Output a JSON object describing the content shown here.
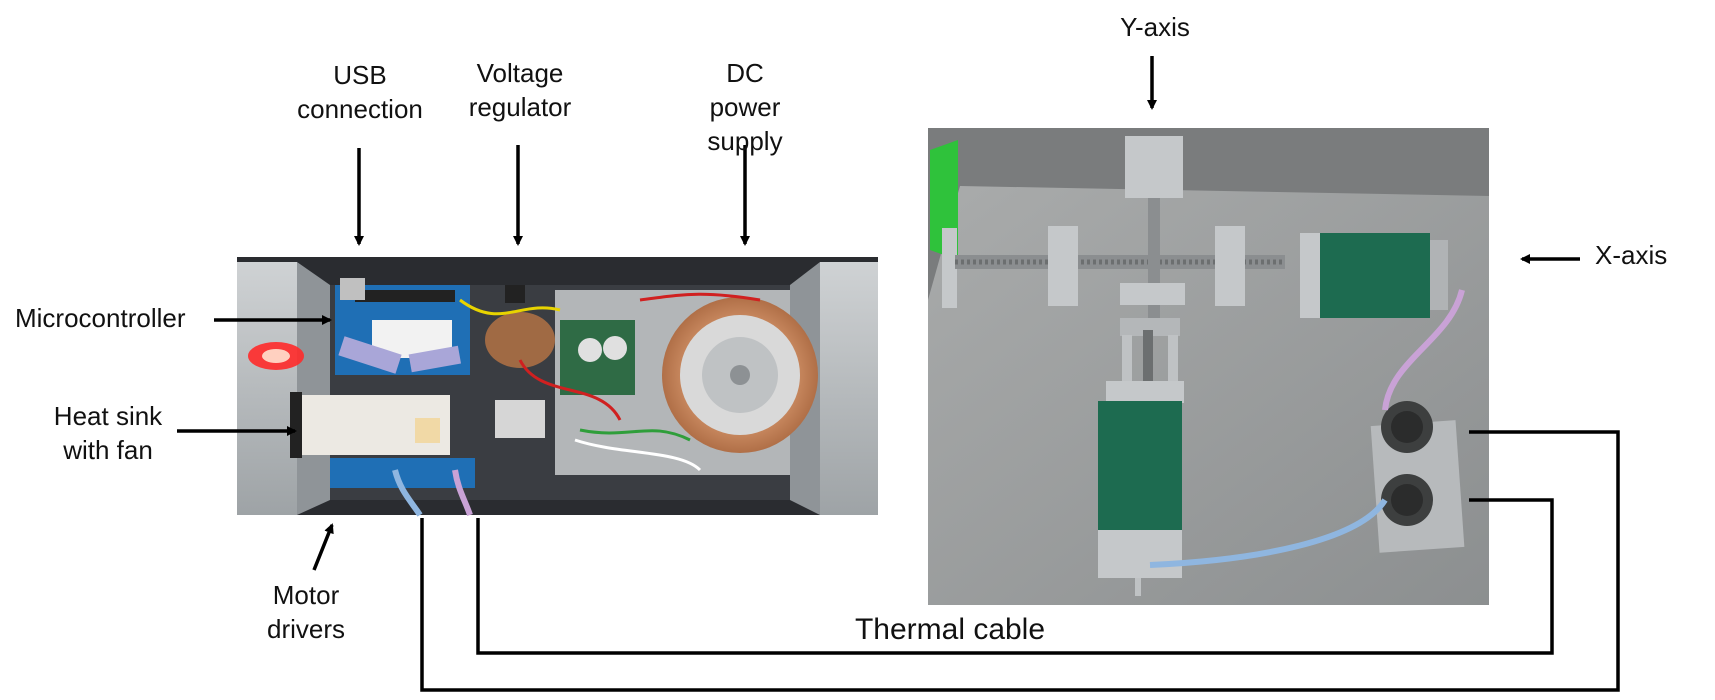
{
  "labels": {
    "usb": "USB\nconnection",
    "voltage_regulator": "Voltage\nregulator",
    "dc_power_supply": "DC\npower\nsupply",
    "microcontroller": "Microcontroller",
    "heat_sink": "Heat sink\nwith fan",
    "motor_drivers": "Motor\ndrivers",
    "y_axis": "Y-axis",
    "x_axis": "X-axis",
    "thermal_cable": "Thermal cable"
  },
  "colors": {
    "line": "#000000",
    "text": "#111111",
    "motor_green": "#1d6b50",
    "aluminum": "#b9bcbe",
    "pcb_blue": "#1f6fb5",
    "toroid_copper": "#c9825a"
  }
}
